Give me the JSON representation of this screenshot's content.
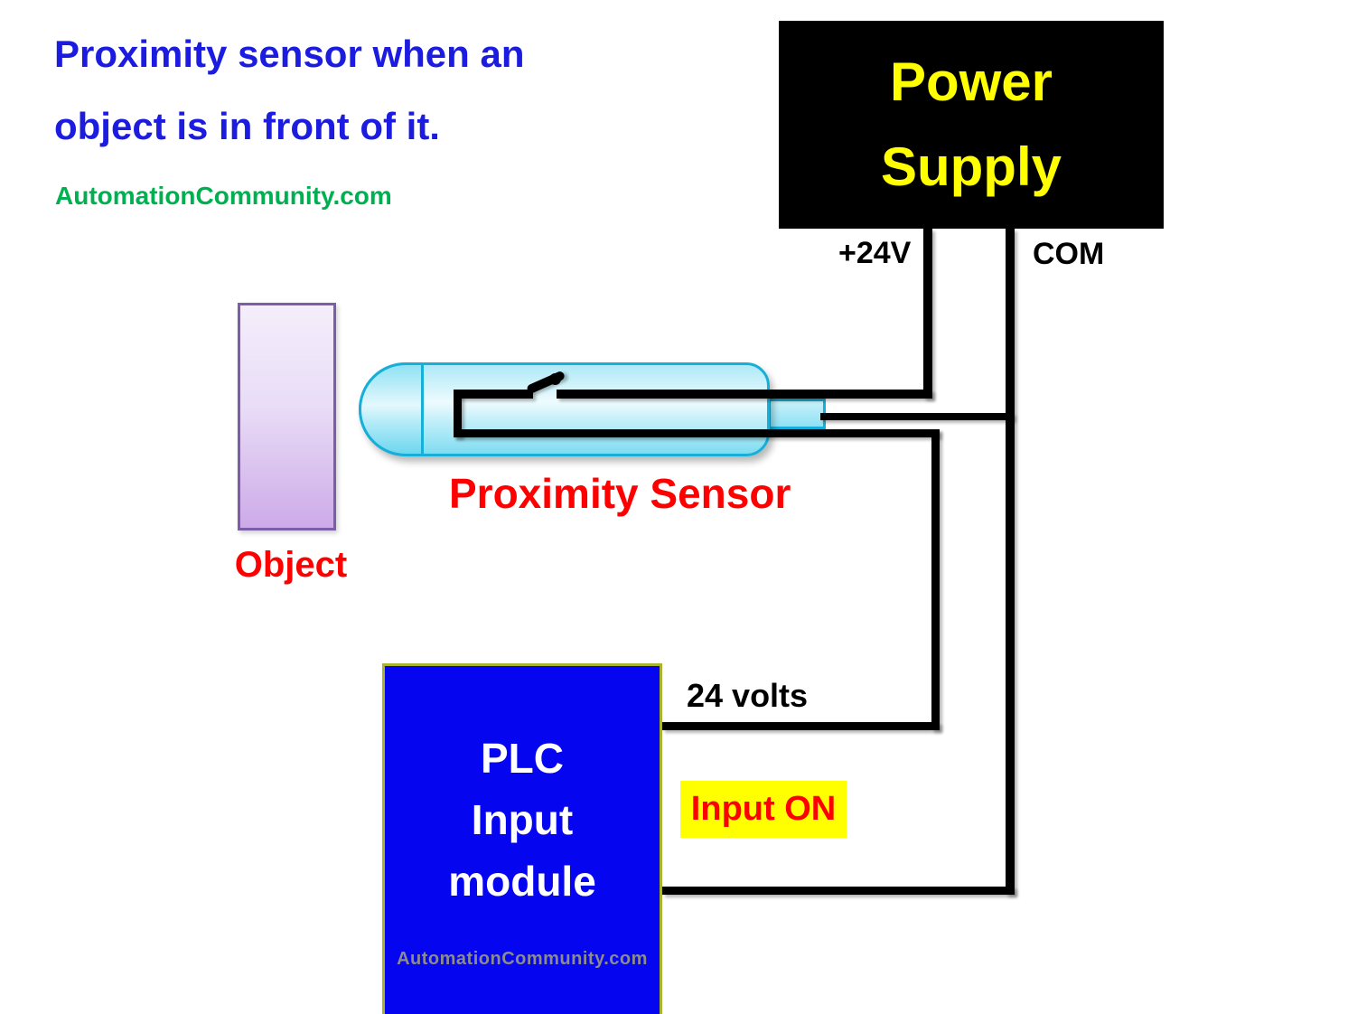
{
  "title": {
    "line1": "Proximity sensor when an",
    "line2": "object is in front of it.",
    "color": "#1c1ce0"
  },
  "brand": {
    "text": "AutomationCommunity.com",
    "color": "#00b050"
  },
  "power_supply": {
    "line1": "Power",
    "line2": "Supply",
    "bg": "#000000",
    "text_color": "#ffff00"
  },
  "terminals": {
    "plus24v": "+24V",
    "com": "COM"
  },
  "sensor": {
    "label": "Proximity Sensor",
    "label_color": "#ff0000",
    "body_border": "#17afd8",
    "state": "switch-closed"
  },
  "object": {
    "label": "Object",
    "label_color": "#ff0000",
    "border": "#7c5da8"
  },
  "plc": {
    "line1": "PLC",
    "line2": "Input",
    "line3": "module",
    "watermark": "AutomationCommunity.com",
    "bg": "#0505f0",
    "border": "#a9b32b"
  },
  "wiring": {
    "volts_label": "24 volts",
    "input_status": "Input ON",
    "status_bg": "#ffff00",
    "status_color": "#ff0000",
    "wire_color": "#000000"
  }
}
